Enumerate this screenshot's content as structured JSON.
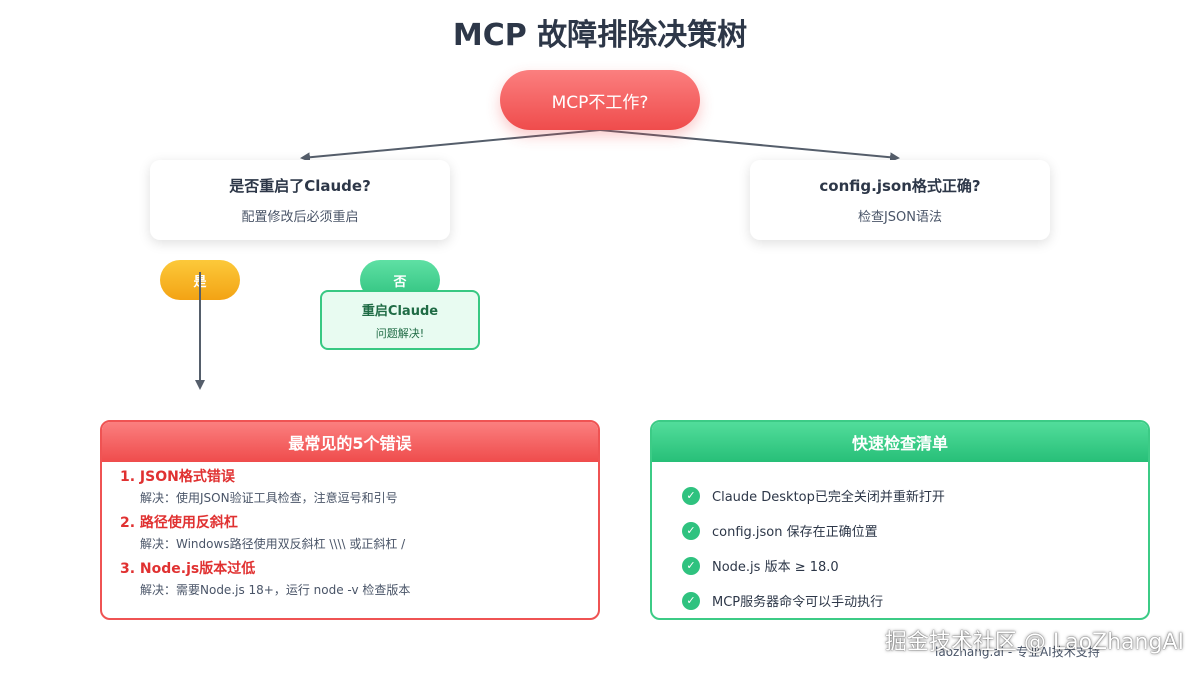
{
  "title": "MCP 故障排除决策树",
  "root": {
    "label": "MCP不工作?"
  },
  "left_question": {
    "title": "是否重启了Claude?",
    "subtitle": "配置修改后必须重启"
  },
  "right_question": {
    "title": "config.json格式正确?",
    "subtitle": "检查JSON语法"
  },
  "branches": {
    "yes": "是",
    "no": "否"
  },
  "no_result": {
    "title": "重启Claude",
    "subtitle": "问题解决!"
  },
  "errors_panel": {
    "title": "最常见的5个错误",
    "items": [
      {
        "title": "1. JSON格式错误",
        "desc": "解决：使用JSON验证工具检查，注意逗号和引号"
      },
      {
        "title": "2. 路径使用反斜杠",
        "desc": "解决：Windows路径使用双反斜杠 \\\\\\\\ 或正斜杠 /"
      },
      {
        "title": "3. Node.js版本过低",
        "desc": "解决：需要Node.js 18+，运行 node -v 检查版本"
      }
    ]
  },
  "checklist_panel": {
    "title": "快速检查清单",
    "items": [
      "Claude Desktop已完全关闭并重新打开",
      "config.json 保存在正确位置",
      "Node.js 版本 ≥ 18.0",
      "MCP服务器命令可以手动执行"
    ]
  },
  "footer": "laozhang.ai - 专业AI技术支持",
  "watermark": "掘金技术社区 @ LaoZhangAI",
  "colors": {
    "red": "#ef4c4c",
    "green": "#2fc27f",
    "yellow": "#f3a314",
    "arrow": "#555e6b"
  },
  "icons": {
    "check": "check-circle-icon"
  }
}
